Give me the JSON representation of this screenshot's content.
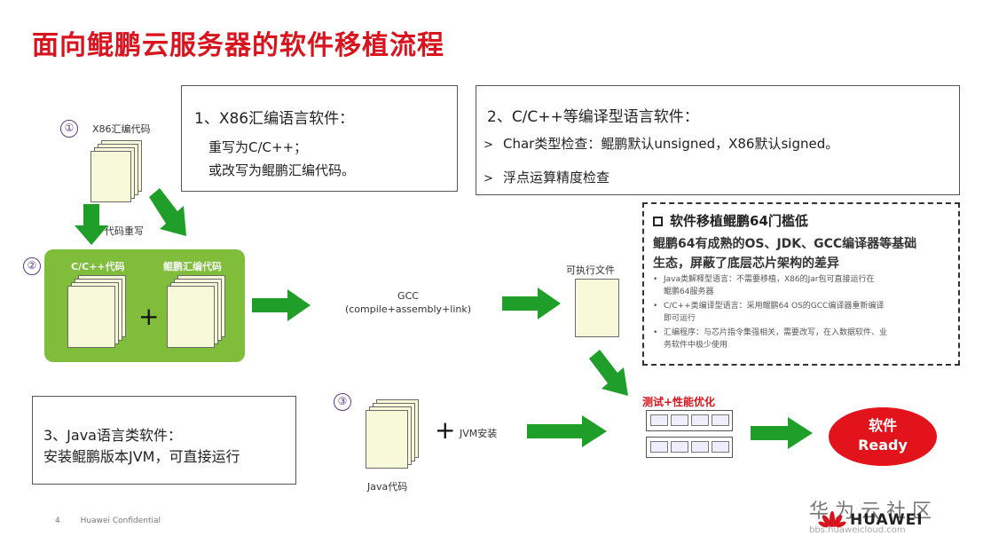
{
  "title": "面向鲲鹏云服务器的软件移植流程",
  "steps": {
    "n1": "①",
    "n2": "②",
    "n3": "③"
  },
  "labels": {
    "x86_code": "X86汇编代码",
    "code_rewrite": "代码重写",
    "cpp_code": "C/C++代码",
    "kunpeng_asm": "鲲鹏汇编代码",
    "gcc": "GCC",
    "gcc_detail": "(compile+assembly+link)",
    "executable": "可执行文件",
    "java_code": "Java代码",
    "jvm_install": "JVM安装",
    "test_perf": "测试+性能优化",
    "plus": "+"
  },
  "box1": {
    "heading": "1、X86汇编语言软件：",
    "line1": "重写为C/C++；",
    "line2": "或改写为鲲鹏汇编代码。"
  },
  "box2": {
    "heading": "2、C/C++等编译型语言软件：",
    "marker": ">",
    "bullet1": "Char类型检查：鲲鹏默认unsigned，X86默认signed。",
    "bullet2": "浮点运算精度检查"
  },
  "box3": {
    "line1": "3、Java语言类软件：",
    "line2": "安装鲲鹏版本JVM，可直接运行"
  },
  "threshold": {
    "heading": "软件移植鲲鹏64门槛低",
    "sub1": "鲲鹏64有成熟的OS、JDK、GCC编译器等基础",
    "sub2": "生态，屏蔽了底层芯片架构的差异",
    "bullet_marker": "•",
    "b1a": "Java类解释型语言：不需要移植，X86的Jar包可直接运行在",
    "b1b": "鲲鹏64服务器",
    "b2a": "C/C++类编译型语言：采用鲲鹏64 OS的GCC编译器重新编译",
    "b2b": "即可运行",
    "b3a": "汇编程序：与芯片指令集强相关，需要改写，在入数据软件、业",
    "b3b": "务软件中极少使用"
  },
  "ready": {
    "line1": "软件",
    "line2": "Ready"
  },
  "footer": {
    "page": "4",
    "confidential": "Huawei Confidential"
  },
  "watermark": {
    "cn": "华为云社区",
    "brand": "HUAWEI",
    "url": "bbs.huaweicloud.com"
  },
  "colors": {
    "title_red": "#d8141e",
    "arrow_green": "#1f9f2a",
    "panel_green": "#7fbd3a",
    "ready_red": "#e3131b"
  }
}
